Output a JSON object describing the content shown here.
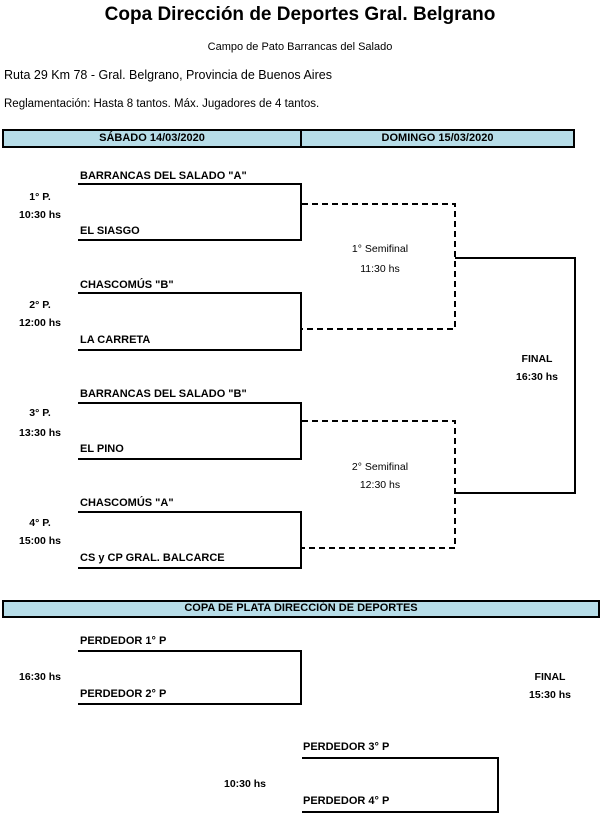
{
  "title": "Copa Dirección de Deportes Gral. Belgrano",
  "subtitle": "Campo de Pato Barrancas del Salado",
  "address": "Ruta 29 Km 78 - Gral. Belgrano, Provincia de Buenos Aires",
  "rules": "Reglamentación: Hasta 8 tantos. Máx. Jugadores de 4 tantos.",
  "days": {
    "saturday": "SÁBADO 14/03/2020",
    "sunday": "DOMINGO 15/03/2020"
  },
  "matches": [
    {
      "label": "1° P.",
      "time": "10:30 hs",
      "team_a": "BARRANCAS DEL SALADO \"A\"",
      "team_b": "EL SIASGO"
    },
    {
      "label": "2° P.",
      "time": "12:00 hs",
      "team_a": "CHASCOMÚS \"B\"",
      "team_b": "LA CARRETA"
    },
    {
      "label": "3° P.",
      "time": "13:30 hs",
      "team_a": "BARRANCAS DEL SALADO \"B\"",
      "team_b": "EL PINO"
    },
    {
      "label": "4° P.",
      "time": "15:00 hs",
      "team_a": "CHASCOMÚS \"A\"",
      "team_b": "CS y CP GRAL. BALCARCE"
    }
  ],
  "semifinals": [
    {
      "label": "1° Semifinal",
      "time": "11:30 hs"
    },
    {
      "label": "2° Semifinal",
      "time": "12:30 hs"
    }
  ],
  "final": {
    "label": "FINAL",
    "time": "16:30 hs"
  },
  "silver_cup": {
    "header": "COPA DE PLATA DIRECCIÓN DE DEPORTES",
    "match1": {
      "time": "16:30 hs",
      "team_a": "PERDEDOR 1° P",
      "team_b": "PERDEDOR 2° P"
    },
    "match2": {
      "time": "10:30 hs",
      "team_a": "PERDEDOR 3° P",
      "team_b": "PERDEDOR 4° P"
    },
    "final": {
      "label": "FINAL",
      "time": "15:30 hs"
    }
  }
}
